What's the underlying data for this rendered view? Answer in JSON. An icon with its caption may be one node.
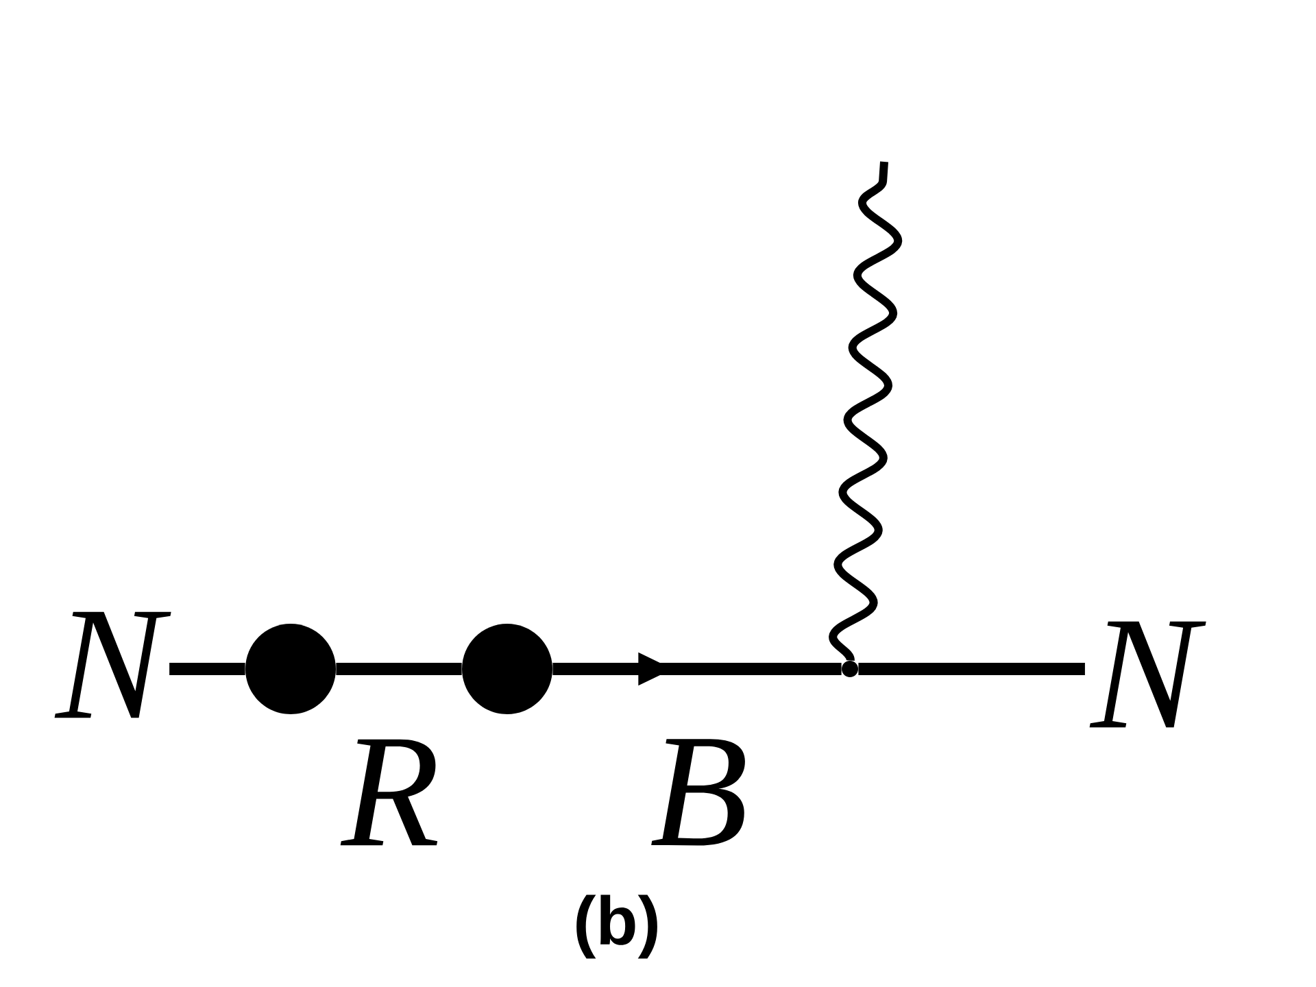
{
  "diagram": {
    "nodes": [
      {
        "text": [
          "N"
        ]
      },
      {
        "text": [],
        "shape": "circle"
      },
      {
        "text": [],
        "shape": "circle"
      },
      {
        "text": [],
        "shape": "point"
      },
      {
        "text": [
          "N"
        ]
      }
    ],
    "edges": [
      {
        "from": 0,
        "to": 1,
        "arrow": "none"
      },
      {
        "from": 1,
        "to": 2,
        "arrow": "none"
      },
      {
        "from": 2,
        "to": 3,
        "arrow": "to"
      },
      {
        "from": 3,
        "to": 4,
        "arrow": "none"
      },
      {
        "from": 3,
        "to": null,
        "arrow": "none"
      }
    ],
    "labels": [
      "R",
      "B",
      "(b)"
    ]
  }
}
